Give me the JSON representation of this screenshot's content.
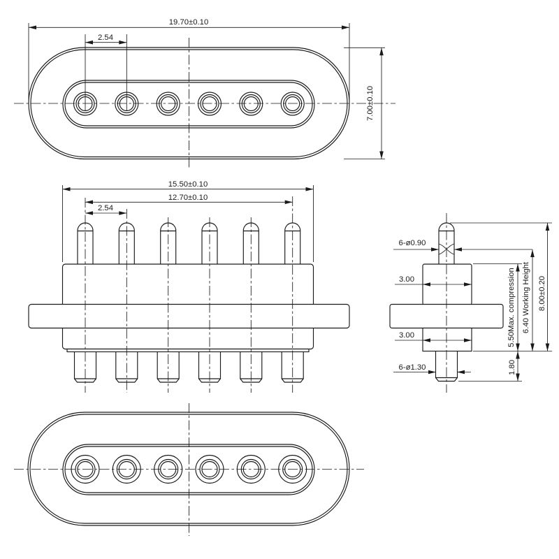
{
  "drawing": {
    "background": "#ffffff",
    "line_color": "#1a1a1a",
    "views": {
      "top_view": {
        "overall_width": "19.70±0.10",
        "hole_pitch": "2.54",
        "overall_depth": "7.00±0.10"
      },
      "front_view": {
        "insulator_width": "15.50±0.10",
        "pin_span": "12.70±0.10",
        "pin_pitch": "2.54"
      },
      "side_view": {
        "plunger_diameter": "6-ø0.90",
        "upper_body_width": "3.00",
        "lower_body_width": "3.00",
        "solder_tail_diameter": "6-ø1.30",
        "solder_tail_length": "1.80",
        "max_compression": "5.50Max. compression",
        "working_height": "6.40 Working Height",
        "overall_height": "8.00±0.20"
      }
    }
  }
}
